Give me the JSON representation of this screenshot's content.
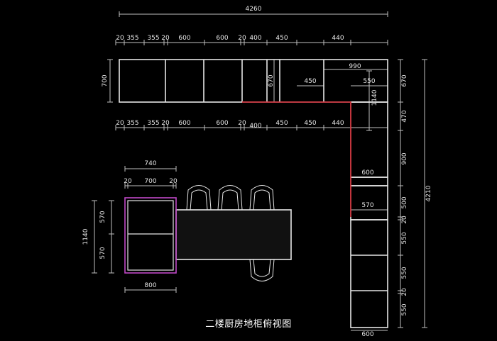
{
  "caption": "二楼厨房地柜俯视图",
  "colors": {
    "background": "#000000",
    "line": "#e6e6e6",
    "dim": "#bfbfbf",
    "red": "#d0202a",
    "magenta": "#c048c8"
  },
  "dims": {
    "total_top": "4260",
    "top_row": [
      "20",
      "355",
      "355",
      "20",
      "600",
      "600",
      "20",
      "400",
      "450"
    ],
    "right_top": "440",
    "upper_height": "700",
    "inner": [
      "990",
      "450",
      "550",
      "1140",
      "670"
    ],
    "bottom_row": [
      "20",
      "355",
      "355",
      "20",
      "600",
      "600",
      "20",
      "400",
      "450",
      "450",
      "440"
    ],
    "right_side": [
      "670",
      "470",
      "900",
      "500",
      "20",
      "550",
      "550",
      "20",
      "550"
    ],
    "total_right": "4210",
    "right_inner": [
      "600",
      "570"
    ],
    "bottom_right": "600",
    "island_top": [
      "740",
      "20",
      "700",
      "20"
    ],
    "island_left": [
      "1140",
      "570",
      "570"
    ],
    "island_bottom": "800"
  }
}
